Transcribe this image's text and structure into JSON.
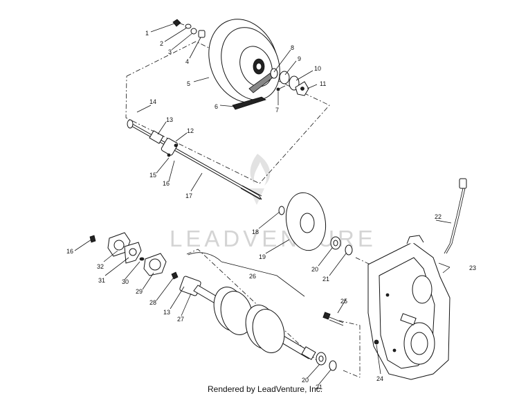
{
  "watermark": "LEADVENTURE",
  "footer": "Rendered by LeadVenture, Inc.",
  "callouts": [
    "1",
    "2",
    "3",
    "4",
    "5",
    "6",
    "7",
    "8",
    "9",
    "10",
    "11",
    "12",
    "13",
    "14",
    "15",
    "16",
    "17",
    "18",
    "19",
    "20",
    "21",
    "22",
    "23",
    "24",
    "25",
    "26",
    "27",
    "28",
    "29",
    "30",
    "31",
    "32",
    "16",
    "13",
    "20",
    "21"
  ]
}
